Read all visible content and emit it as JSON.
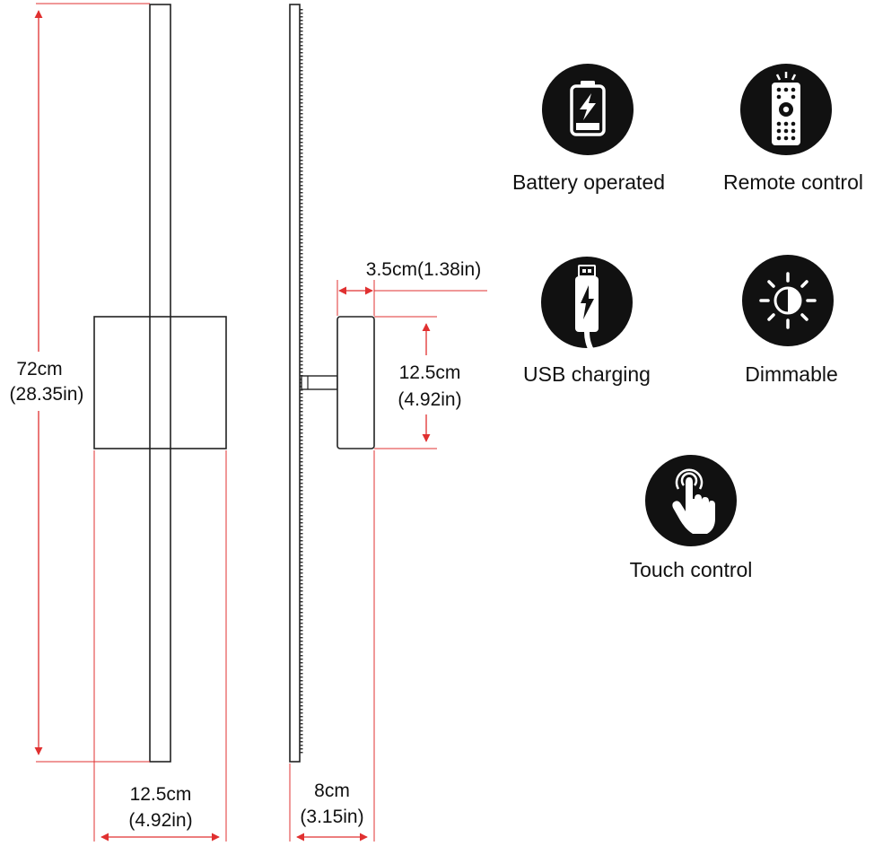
{
  "dimensions": {
    "height_cm": "72cm",
    "height_in": "(28.35in)",
    "base_width_cm": "12.5cm",
    "base_width_in": "(4.92in)",
    "depth_cm": "8cm",
    "depth_in": "(3.15in)",
    "bracket_cm": "3.5cm(1.38in)",
    "mount_height_cm": "12.5cm",
    "mount_height_in": "(4.92in)"
  },
  "features": [
    {
      "label": "Battery operated",
      "icon": "battery-charging-icon"
    },
    {
      "label": "Remote control",
      "icon": "remote-control-icon"
    },
    {
      "label": "USB charging",
      "icon": "usb-charging-icon"
    },
    {
      "label": "Dimmable",
      "icon": "brightness-icon"
    },
    {
      "label": "Touch control",
      "icon": "touch-hand-icon"
    }
  ],
  "colors": {
    "dimension_line": "#e03030",
    "outline": "#222222",
    "icon_bg": "#111111",
    "icon_fg": "#ffffff"
  }
}
